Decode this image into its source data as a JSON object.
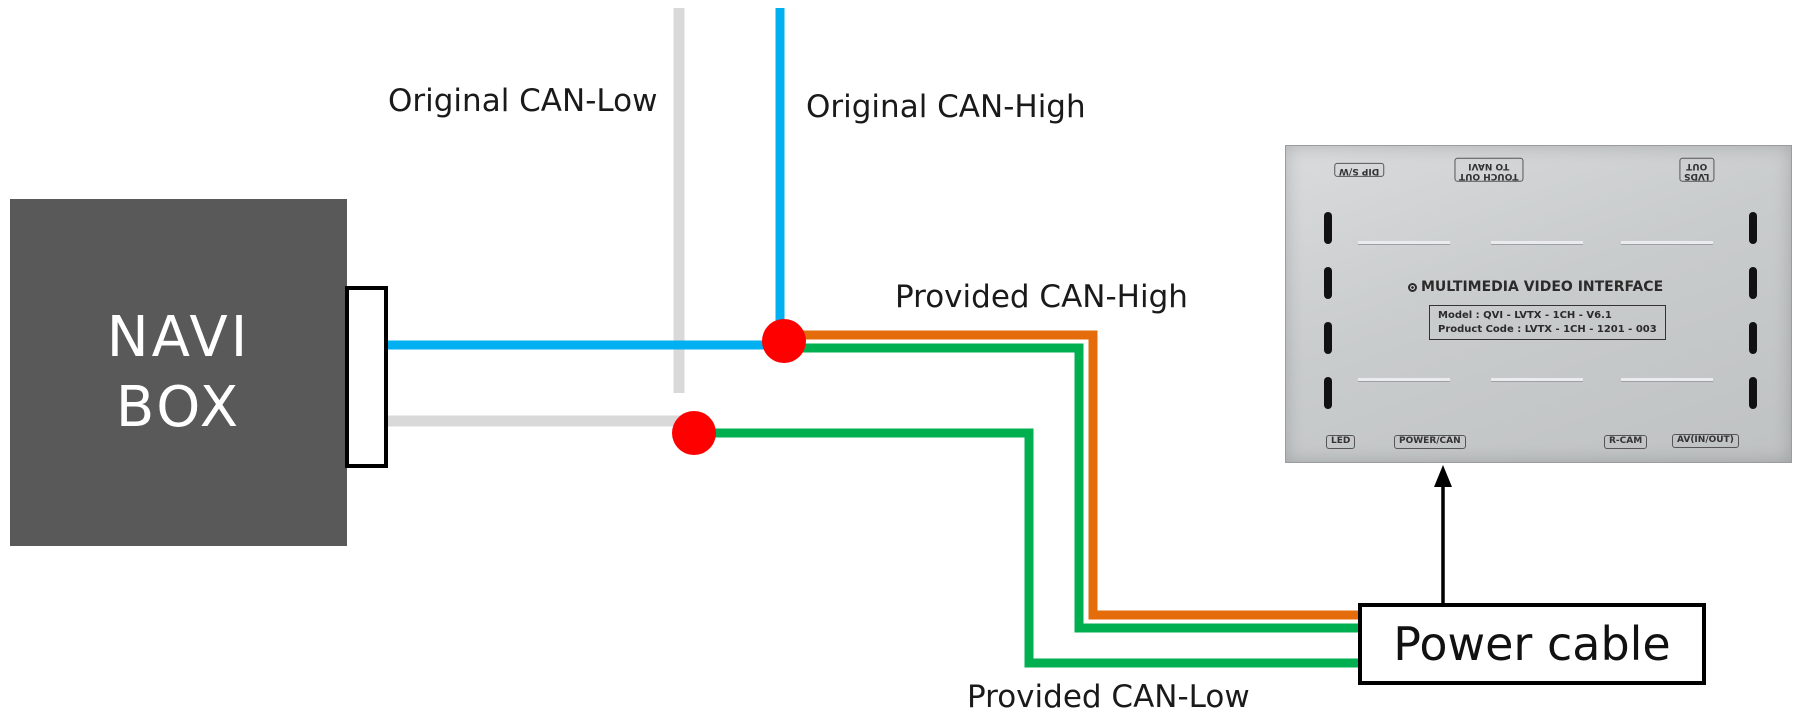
{
  "labels": {
    "original_can_low": "Original CAN-Low",
    "original_can_high": "Original CAN-High",
    "provided_can_high": "Provided CAN-High",
    "provided_can_low": "Provided CAN-Low"
  },
  "navi_box": {
    "line1": "NAVI",
    "line2": "BOX"
  },
  "power_cable": "Power cable",
  "module": {
    "title": "MULTIMEDIA VIDEO INTERFACE",
    "model": "Model : QVI - LVTX - 1CH - V6.1",
    "product_code": "Product Code : LVTX - 1CH - 1201 - 003",
    "ports_top": [
      "DIP S/W",
      "TOUCH OUT\nTO NAVI",
      "LVDS\nOUT"
    ],
    "ports_bottom": [
      "LED",
      "POWER/CAN",
      "R-CAM",
      "AV(IN/OUT)"
    ]
  },
  "colors": {
    "can_high": "#00b0f0",
    "can_low": "#d9d9d9",
    "provided_high": "#e46c0a",
    "provided_low": "#00b050",
    "splice": "#ff0000",
    "navi_box": "#595959"
  }
}
